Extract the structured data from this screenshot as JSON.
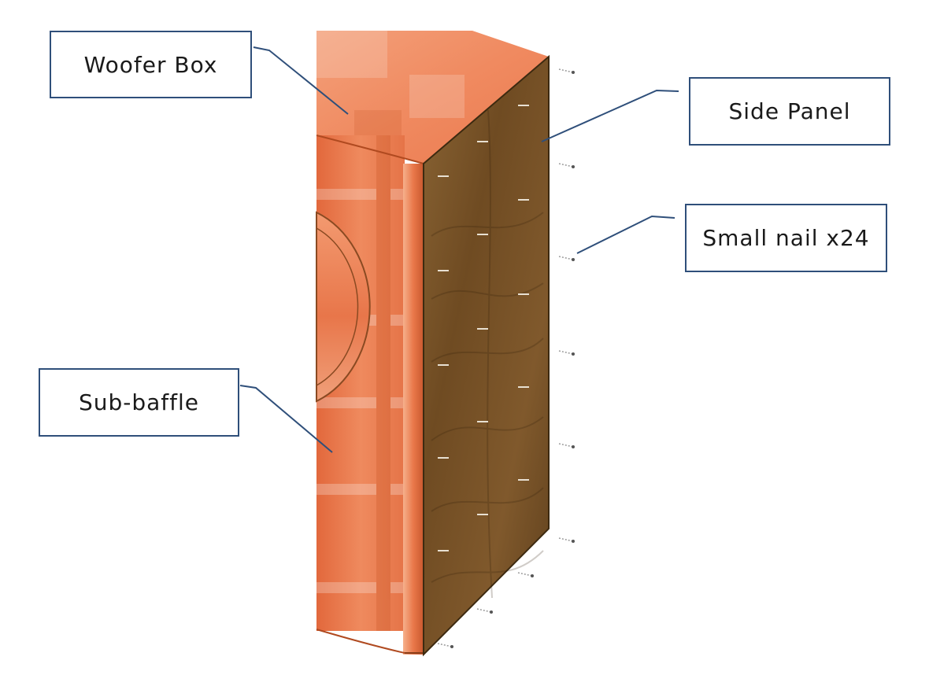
{
  "labels": {
    "woofer_box": "Woofer Box",
    "side_panel": "Side Panel",
    "small_nail": "Small nail x24",
    "sub_baffle": "Sub-baffle"
  },
  "colors": {
    "callout_border": "#2f4f7a",
    "leader_line": "#2f4f7a",
    "orange_panel": "#e8764a",
    "wood_panel": "#7a5428",
    "nail": "#8a8a8a"
  }
}
